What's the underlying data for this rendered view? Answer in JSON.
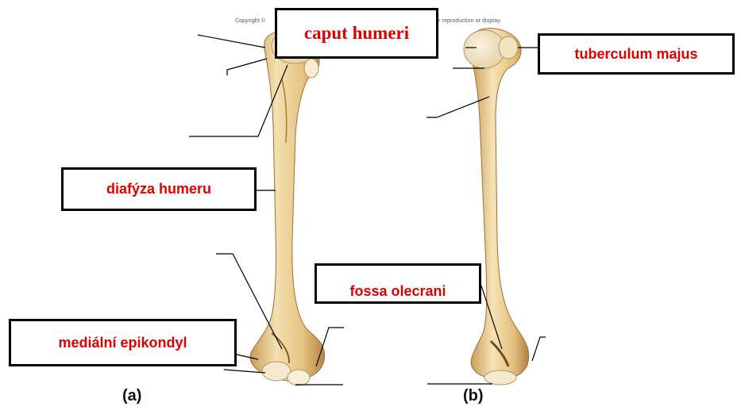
{
  "copyright": {
    "left": "Copyright ©",
    "right": "d for reproduction or display."
  },
  "labels": {
    "caput": "caput humeri",
    "tuberculum": "tuberculum majus",
    "diafyza": "diafýza humeru",
    "fossa": "fossa olecrani",
    "medialni": "mediální epikondyl"
  },
  "views": {
    "a": "(a)",
    "b": "(b)"
  },
  "colors": {
    "label_text": "#e00000",
    "bone_light": "#f2dca8",
    "bone_dark": "#b98a45"
  }
}
